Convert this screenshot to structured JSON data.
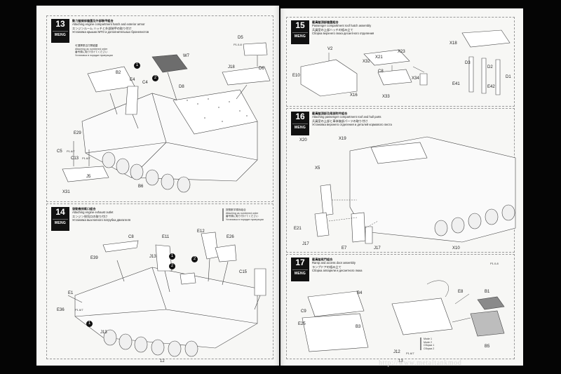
{
  "left_page": {
    "page_number": "12",
    "step13": {
      "number": "13",
      "logo": "MENG",
      "title_zh": "動力艙檢修艙蓋及外部裝甲組合",
      "title_en": "Attaching engine compartment hatch and exterior armor",
      "title_ja": "エンジンルーム ハッチと外部装甲の取り付け",
      "title_ru": "Установка крышки МТО и дополнительных бронелистов",
      "part_ref": "P1.0-8",
      "optional_note": [
        "可選擇是否打開艙蓋",
        "Attaching as numbered order",
        "番号順に取り付けてください",
        "Установка в порядке нумерации"
      ],
      "labels": {
        "d5": "D5",
        "w7": "W7",
        "b2": "B2",
        "e4": "E4",
        "c4": "C4",
        "d8": "D8",
        "j18": "J18",
        "d6": "D6",
        "e29": "E29",
        "c5": "C5",
        "c13": "C13",
        "j5": "J5",
        "x31": "X31",
        "b6": "B6",
        "p1a": "P1.6/7",
        "p1b": "P1.6/7"
      }
    },
    "step14": {
      "number": "14",
      "logo": "MENG",
      "title_zh": "發動機排氣口組合",
      "title_en": "Attaching engine exhaust outlet",
      "title_ja": "エンジン排気口の取り付け",
      "title_ru": "Установка выхлопного патрубка двигателя",
      "legend": [
        "按照數字順序組合",
        "Attaching as numbered order",
        "番号順に取り付けてください",
        "Установка в порядке нумерации"
      ],
      "labels": {
        "c8": "C8",
        "e11": "E11",
        "e12": "E12",
        "e26": "E26",
        "e39": "E39",
        "j13a": "J13",
        "c15": "C15",
        "e1": "E1",
        "e36": "E36",
        "j13b": "J13",
        "p1": "P1.6/7"
      },
      "callouts": [
        "1",
        "2",
        "1",
        "2"
      ]
    }
  },
  "right_page": {
    "page_number": "13",
    "step15": {
      "number": "15",
      "logo": "MENG",
      "title_zh": "載員艙頂部艙蓋組合",
      "title_en": "Passenger compartment roof hatch assembly",
      "title_ja": "兵員室の上部ハッチの組み立て",
      "title_ru": "Сборка верхнего люка десантного отделения",
      "labels": {
        "x18": "X18",
        "v2": "V2",
        "x23": "X23",
        "x21": "X21",
        "x32": "X32",
        "c8": "C8",
        "d3": "D3",
        "d2": "D2",
        "d1": "D1",
        "e10": "E10",
        "x34": "X34",
        "e41": "E41",
        "e42": "E42",
        "x16": "X16",
        "x33": "X33"
      }
    },
    "step16": {
      "number": "16",
      "logo": "MENG",
      "title_zh": "載員艙頂部及尾部附件組合",
      "title_en": "Attaching passenger compartment roof and hull parts",
      "title_ja": "兵員室の上部と車体後部パーツの取り付け",
      "title_ru": "Установка верхнего отделения и деталей кормового листа",
      "labels": {
        "x20": "X20",
        "x19": "X19",
        "x5": "X5",
        "e21": "E21",
        "j17a": "J17",
        "e7": "E7",
        "j17b": "J17",
        "x10": "X10"
      }
    },
    "step17": {
      "number": "17",
      "logo": "MENG",
      "title_zh": "載員艙尾門組合",
      "title_en": "Ramp and access door assembly",
      "title_ja": "ランプドアの組み立て",
      "title_ru": "Сборка аппарели и десантного люка",
      "part_ref": "P1.0-8",
      "labels": {
        "b4": "B4",
        "e8": "E8",
        "b1": "B1",
        "c9": "C9",
        "e25": "E25",
        "b3": "B3",
        "b5": "B5",
        "j12": "J12",
        "p1": "P1.6/7"
      },
      "legend": [
        "Mode 1",
        "Mode 2",
        "Сборка 1",
        "Сборка 2"
      ]
    }
  },
  "watermark": "http://www.metaltankmod"
}
